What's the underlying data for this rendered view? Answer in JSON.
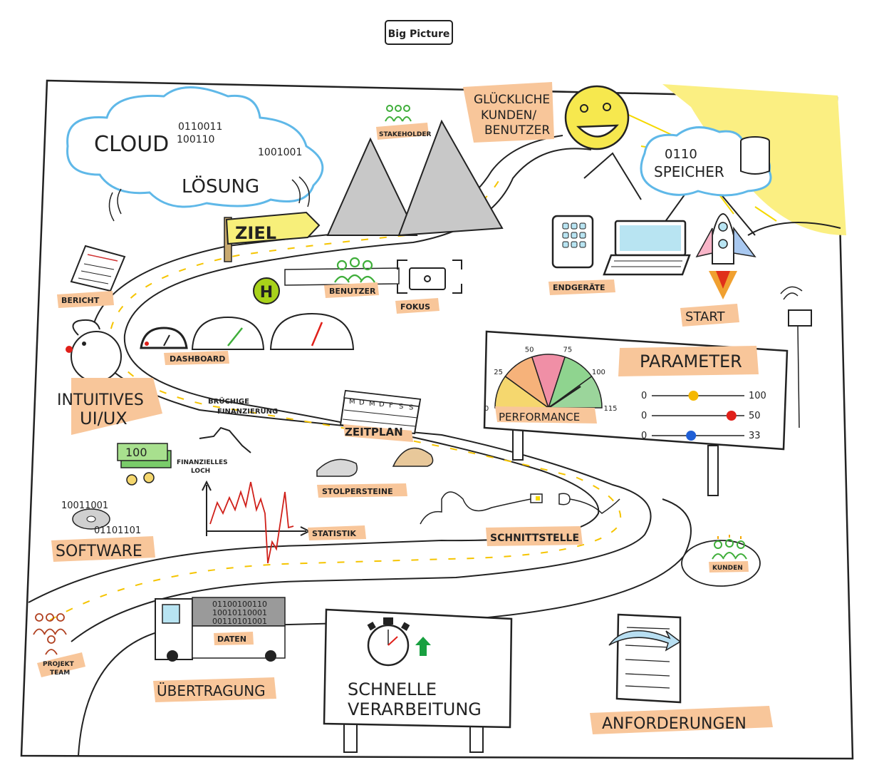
{
  "title": "Big Picture",
  "cloud": {
    "word1": "CLOUD",
    "word2": "LÖSUNG",
    "bits1": "0110011",
    "bits2": "100110",
    "bits3": "1001001"
  },
  "happy": {
    "line1": "GLÜCKLICHE",
    "line2": "KUNDEN/",
    "line3": "BENUTZER"
  },
  "storage": {
    "bits": "0110",
    "word": "SPEICHER"
  },
  "labels": {
    "stakeholder": "STAKEHOLDER",
    "ziel": "ZIEL",
    "bericht": "BERICHT",
    "benutzer": "BENUTZER",
    "fokus": "FOKUS",
    "endgeraete": "ENDGERÄTE",
    "start": "START",
    "dashboard": "DASHBOARD",
    "ui1": "INTUITIVES",
    "ui2": "UI/UX",
    "bruechig1": "BRÜCHIGE",
    "bruechig2": "FINANZIERUNG",
    "zeitplan": "ZEITPLAN",
    "loch1": "FINANZIELLES",
    "loch2": "LOCH",
    "stolpersteine": "STOLPERSTEINE",
    "statistik": "STATISTIK",
    "software": "SOFTWARE",
    "schnittstelle": "SCHNITTSTELLE",
    "kunden": "KUNDEN",
    "projekt1": "PROJEKT",
    "projekt2": "TEAM",
    "daten": "DATEN",
    "uebertragung": "ÜBERTRAGUNG",
    "schnelle1": "SCHNELLE",
    "schnelle2": "VERARBEITUNG",
    "anforderungen": "ANFORDERUNGEN",
    "hotel": "H"
  },
  "money": "100",
  "calendar_days": [
    "M",
    "D",
    "M",
    "D",
    "F",
    "S",
    "S"
  ],
  "software_bits1": "10011001",
  "software_bits2": "01101101",
  "truck_bits": [
    "01100100110",
    "10010110001",
    "00110101001"
  ],
  "performance": {
    "label": "PERFORMANCE",
    "ticks": [
      "0",
      "25",
      "50",
      "75",
      "100",
      "115"
    ],
    "zones": [
      "#f5d76e",
      "#f6b27a",
      "#f08fa6",
      "#8fd48f",
      "#9bd59b"
    ]
  },
  "parameter": {
    "title": "PARAMETER",
    "sliders": [
      {
        "min": "0",
        "max": "100",
        "value": 45,
        "range": 100,
        "color": "#f5b800"
      },
      {
        "min": "0",
        "max": "50",
        "value": 43,
        "range": 50,
        "color": "#e0201a"
      },
      {
        "min": "0",
        "max": "33",
        "value": 14,
        "range": 33,
        "color": "#1f5fd6"
      }
    ]
  },
  "colors": {
    "highlight": "#f8c69a",
    "cloud": "#5fb8e8",
    "sun": "#fbef82",
    "sign": "#f7ef7a",
    "mountain": "#c8c8c8",
    "hotel": "#a8d21a"
  }
}
